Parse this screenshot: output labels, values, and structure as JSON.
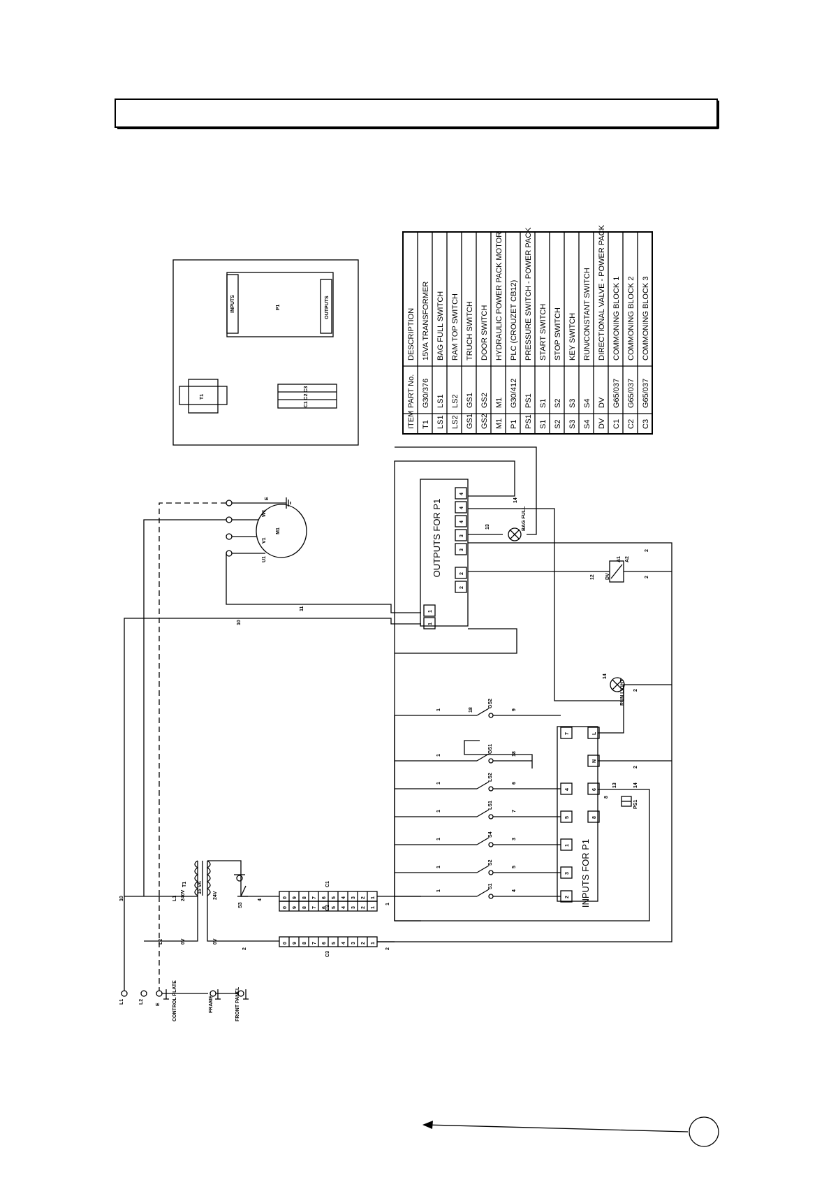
{
  "parts_table": {
    "headers": [
      "ITEM",
      "PART No.",
      "DESCRIPTION"
    ],
    "rows": [
      [
        "T1",
        "G30/376",
        "15VA TRANSFORMER"
      ],
      [
        "LS1",
        "LS1",
        "BAG FULL SWITCH"
      ],
      [
        "LS2",
        "LS2",
        "RAM TOP SWITCH"
      ],
      [
        "GS1",
        "GS1",
        "TRUCH SWITCH"
      ],
      [
        "GS2",
        "GS2",
        "DOOR SWITCH"
      ],
      [
        "M1",
        "M1",
        "HYDRAULIC POWER PACK MOTOR"
      ],
      [
        "P1",
        "G30/412",
        "PLC (CROUZET CB12)"
      ],
      [
        "PS1",
        "PS1",
        "PRESSURE SWITCH - POWER PACK"
      ],
      [
        "S1",
        "S1",
        "START SWITCH"
      ],
      [
        "S2",
        "S2",
        "STOP SWITCH"
      ],
      [
        "S3",
        "S3",
        "KEY SWITCH"
      ],
      [
        "S4",
        "S4",
        "RUN/CONSTANT SWITCH"
      ],
      [
        "DV",
        "DV",
        "DIRECTIONAL VALVE - POWER PACK"
      ],
      [
        "C1",
        "G65/037",
        "COMMONING BLOCK 1"
      ],
      [
        "C2",
        "G65/037",
        "COMMONING BLOCK 2"
      ],
      [
        "C3",
        "G65/037",
        "COMMONING BLOCK 3"
      ]
    ]
  },
  "layout_panel": {
    "transformer": "T1",
    "plc": "P1",
    "plc_inputs": "INPUTS",
    "plc_outputs": "OUTPUTS",
    "blocks": "C1 C2 C3"
  },
  "outputs_block": {
    "title": "OUTPUTS FOR P1",
    "terminals": [
      "1",
      "1",
      "2",
      "2",
      "3",
      "3",
      "4",
      "4",
      "4"
    ]
  },
  "inputs_block": {
    "title": "INPUTS FOR P1",
    "terminals": [
      "7",
      "L",
      "N",
      "4",
      "6",
      "5",
      "8",
      "1",
      "3",
      "2"
    ]
  },
  "motor": {
    "name": "M1",
    "terminals": [
      "W1",
      "V1",
      "U1",
      "E"
    ]
  },
  "lamps": {
    "bag_full": "BAG FULL",
    "run_light": "RUN LIGHT"
  },
  "valve": {
    "name": "DV",
    "pins": [
      "A1",
      "A2"
    ]
  },
  "pressure_switch": {
    "name": "PS1",
    "pins": [
      "13",
      "14"
    ]
  },
  "switches": [
    "GS2",
    "GS1",
    "LS2",
    "LS1",
    "S4",
    "S2",
    "S1",
    "S3"
  ],
  "transformer": {
    "name": "T1",
    "rating": "15 VA",
    "primary_top": "240V",
    "primary_bottom": "0V",
    "secondary_top": "24V",
    "secondary_bottom": "0V",
    "phase": "L1",
    "neutral": "L2"
  },
  "commoning_blocks": {
    "c1_label": "C1",
    "c2_label": "C2",
    "c3_label": "C3",
    "pairs_c1c2": [
      "0",
      "9",
      "8",
      "7",
      "6",
      "5",
      "4",
      "3",
      "2",
      "1"
    ],
    "cells_c3": [
      "0",
      "9",
      "8",
      "7",
      "6",
      "5",
      "4",
      "3",
      "2",
      "1"
    ]
  },
  "supply": {
    "l1": "L1",
    "l2": "L2",
    "earth": "E",
    "earth_points": [
      "CONTROL PLATE",
      "FRAME",
      "FRONT PANEL"
    ]
  },
  "wires": [
    "1",
    "2",
    "3",
    "4",
    "5",
    "6",
    "7",
    "8",
    "9",
    "10",
    "11",
    "12",
    "13",
    "14",
    "18"
  ]
}
